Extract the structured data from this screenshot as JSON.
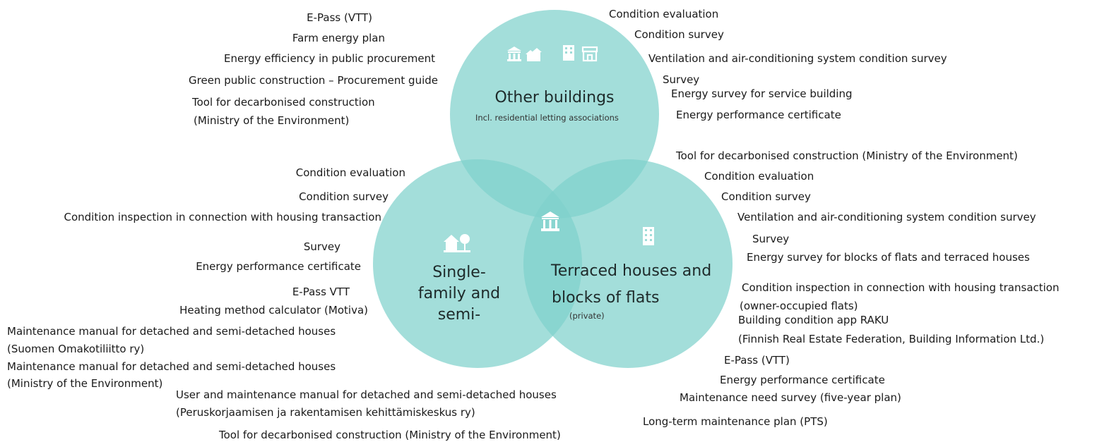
{
  "colors": {
    "circle_fill": "#7fd1cc",
    "circle_fill_opacity": 0.72,
    "icon": "#ffffff"
  },
  "circles": {
    "top": {
      "title": "Other buildings",
      "subtitle": "Incl. residential letting associations"
    },
    "left": {
      "title_lines": [
        "Single-",
        "family and",
        "semi-"
      ]
    },
    "right": {
      "title_lines": [
        "Terraced houses and",
        "blocks of flats"
      ],
      "subtitle": "(private)"
    }
  },
  "icons": [
    "public-building-icon",
    "houses-icon",
    "apartment-building-icon",
    "shop-icon",
    "house-with-tree-icon",
    "apartment-block-icon",
    "center-public-building-icon"
  ],
  "top_left_labels": [
    "E-Pass (VTT)",
    "Farm energy plan",
    "Energy efficiency in public procurement",
    "Green public construction – Procurement guide",
    "Tool for decarbonised construction",
    "(Ministry of the Environment)"
  ],
  "top_right_labels": [
    "Condition evaluation",
    "Condition survey",
    "Ventilation and air-conditioning system condition survey",
    "Survey",
    "Energy survey for service building",
    "Energy performance certificate"
  ],
  "left_labels": [
    "Condition evaluation",
    "Condition survey",
    "Condition inspection in connection with housing transaction",
    "Survey",
    "Energy performance certificate",
    "E-Pass VTT",
    "Heating method calculator (Motiva)",
    "Maintenance manual for detached and semi-detached houses",
    "(Suomen Omakotiliitto ry)",
    "Maintenance manual for detached and semi-detached houses",
    "(Ministry of the Environment)",
    "User and maintenance manual for detached and semi-detached houses",
    "(Peruskorjaamisen ja rakentamisen kehittämiskeskus ry)",
    "Tool for decarbonised construction (Ministry of the Environment)"
  ],
  "right_labels": [
    "Tool for decarbonised construction (Ministry of the Environment)",
    "Condition evaluation",
    "Condition survey",
    "Ventilation and air-conditioning system condition survey",
    "Survey",
    "Energy survey for blocks of flats and terraced houses",
    "Condition inspection in connection with housing transaction",
    "(owner-occupied flats)",
    "Building condition app RAKU",
    "(Finnish Real Estate Federation, Building Information Ltd.)",
    "E-Pass (VTT)",
    "Energy performance certificate",
    "Maintenance need survey (five-year plan)",
    "Long-term maintenance plan (PTS)"
  ]
}
